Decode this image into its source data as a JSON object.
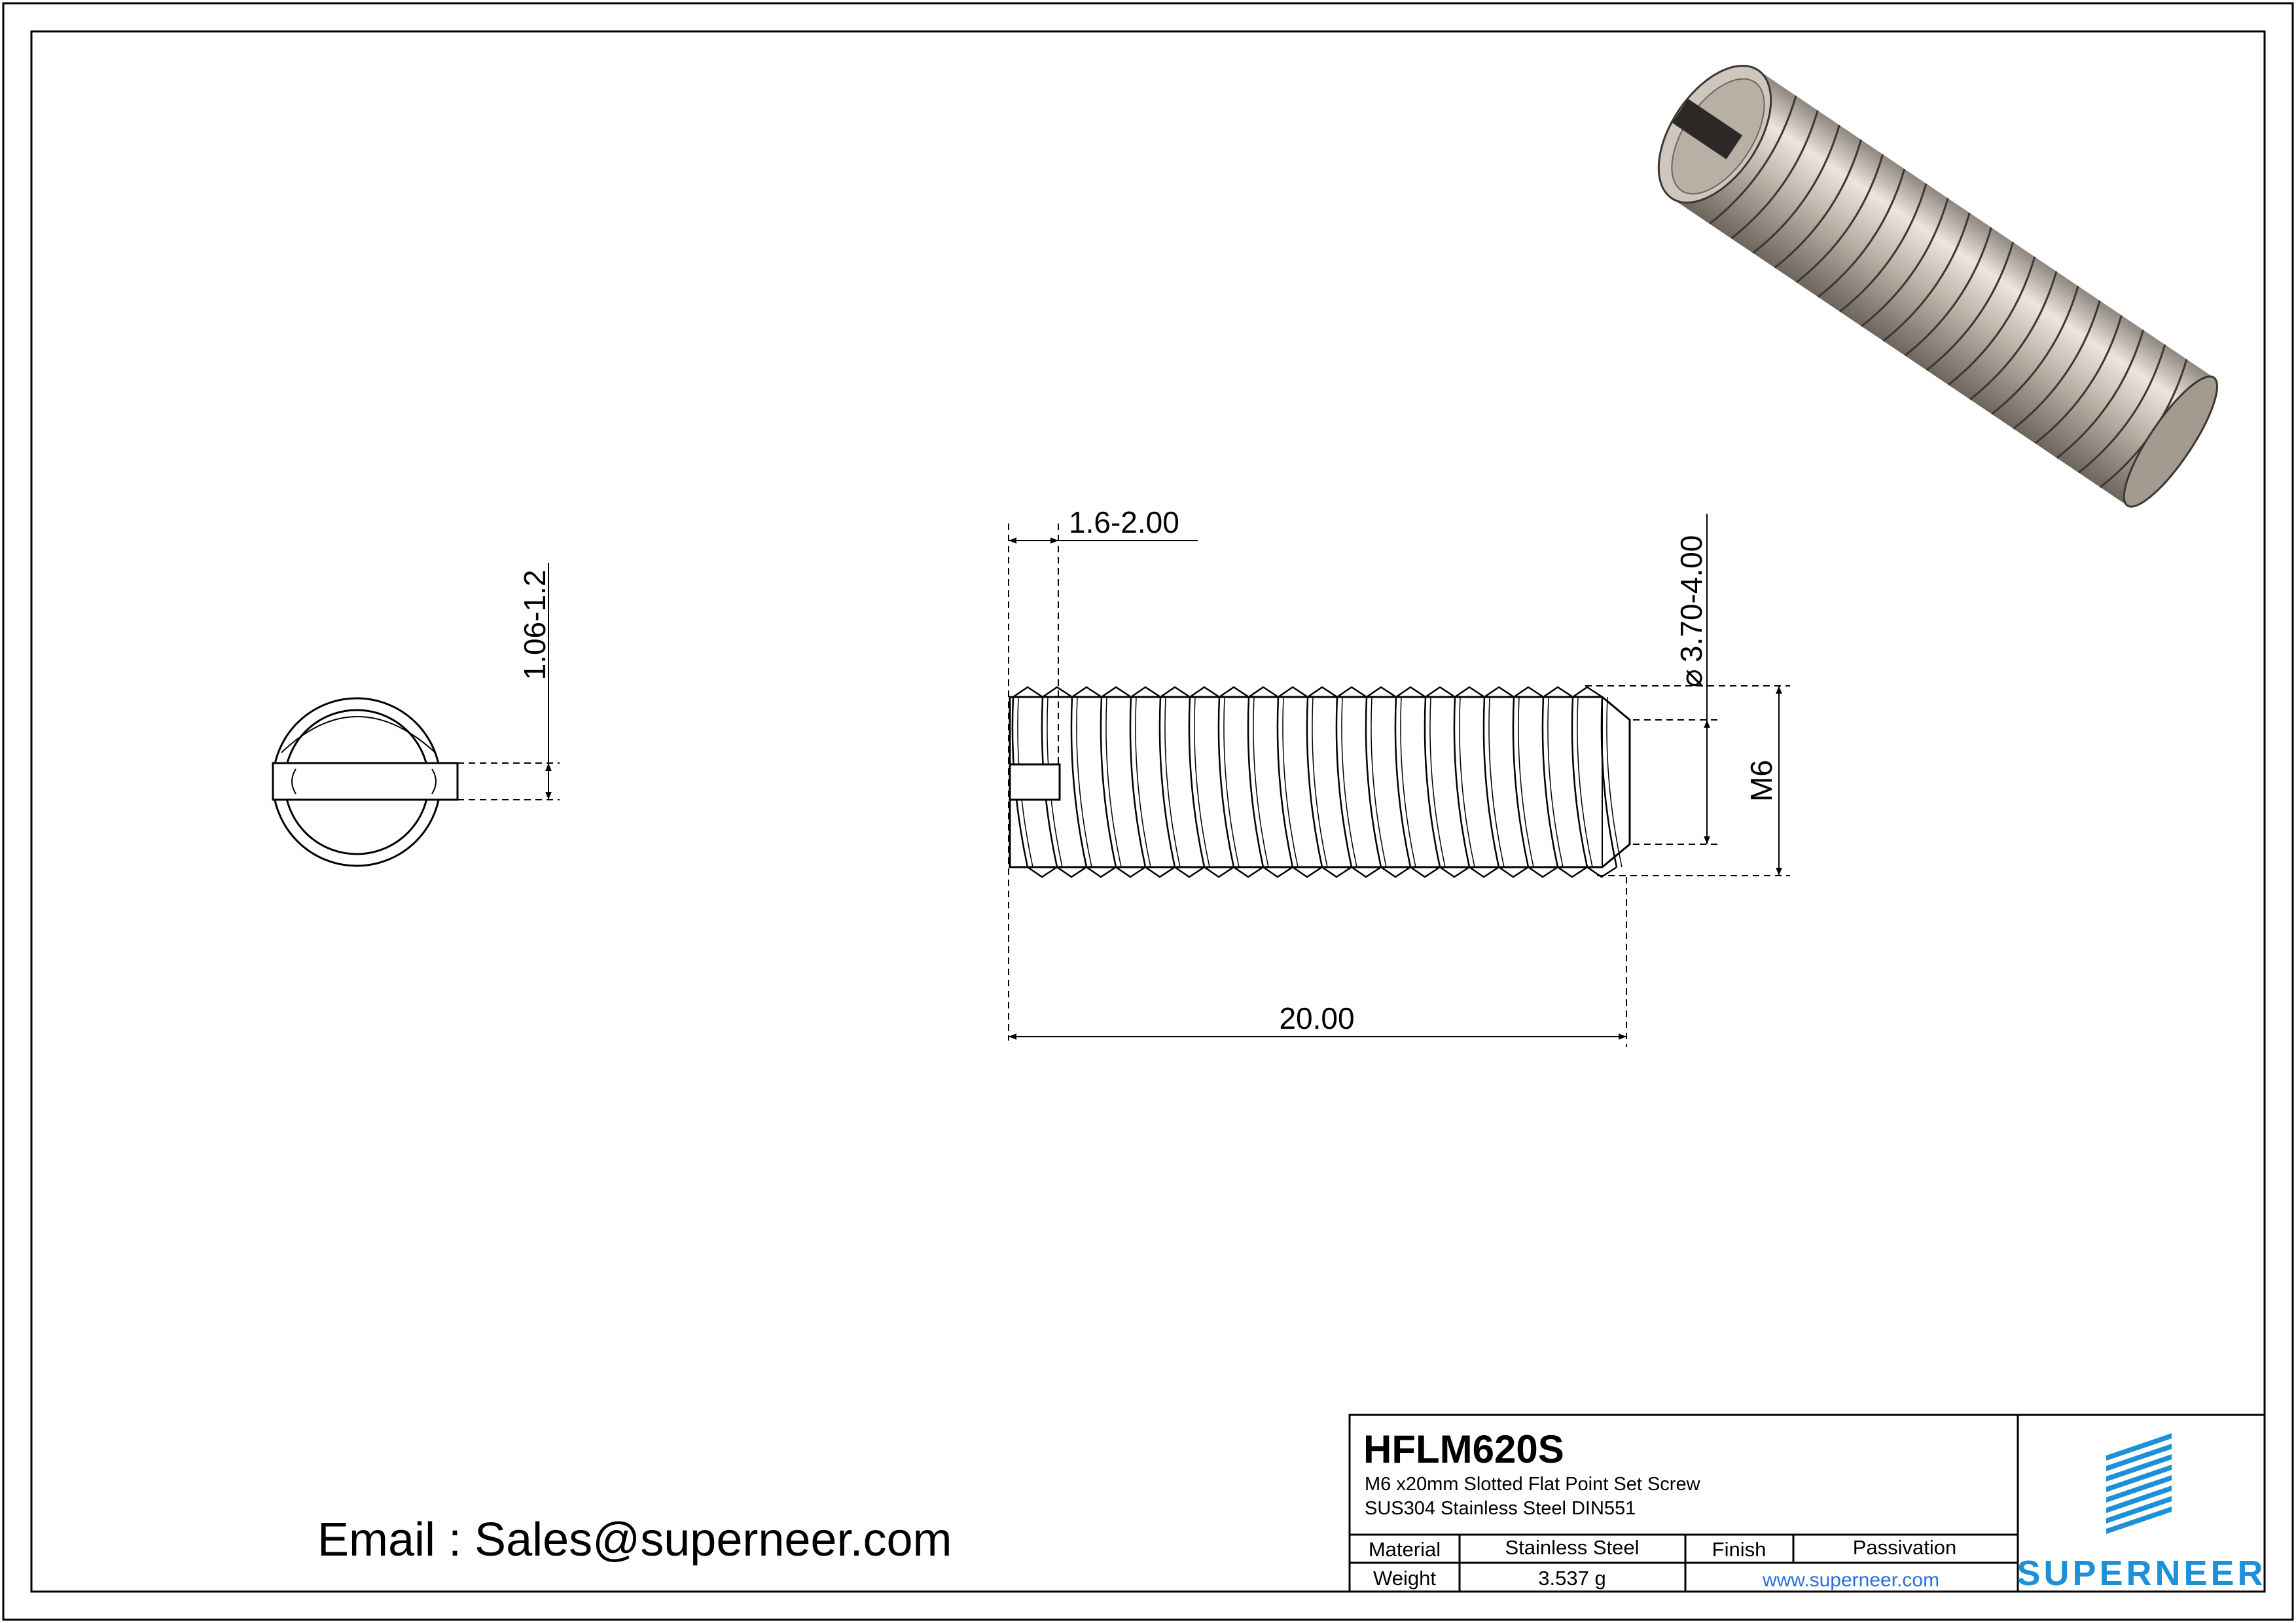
{
  "drawing": {
    "dimensions": {
      "slot_width": "1.06-1.2",
      "slot_depth": "1.6-2.00",
      "point_diameter": "3.70-4.00",
      "diameter_symbol": "⌀",
      "thread": "M6",
      "length": "20.00"
    }
  },
  "title_block": {
    "part_number": "HFLM620S",
    "description_line1": "M6 x20mm Slotted Flat Point Set Screw",
    "description_line2": "SUS304 Stainless Steel DIN551",
    "material_label": "Material",
    "material_value": "Stainless Steel",
    "finish_label": "Finish",
    "finish_value": "Passivation",
    "weight_label": "Weight",
    "weight_value": "3.537 g",
    "website": "www.superneer.com",
    "brand": "SUPERNEER"
  },
  "contact": {
    "email_text": "Email : Sales@superneer.com"
  },
  "colors": {
    "line": "#000000",
    "metal_light": "#d9d2ca",
    "metal_mid": "#b3aaa0",
    "metal_dark": "#6e655d",
    "brand_blue": "#1e90d8",
    "link_blue": "#2b6fd6"
  }
}
